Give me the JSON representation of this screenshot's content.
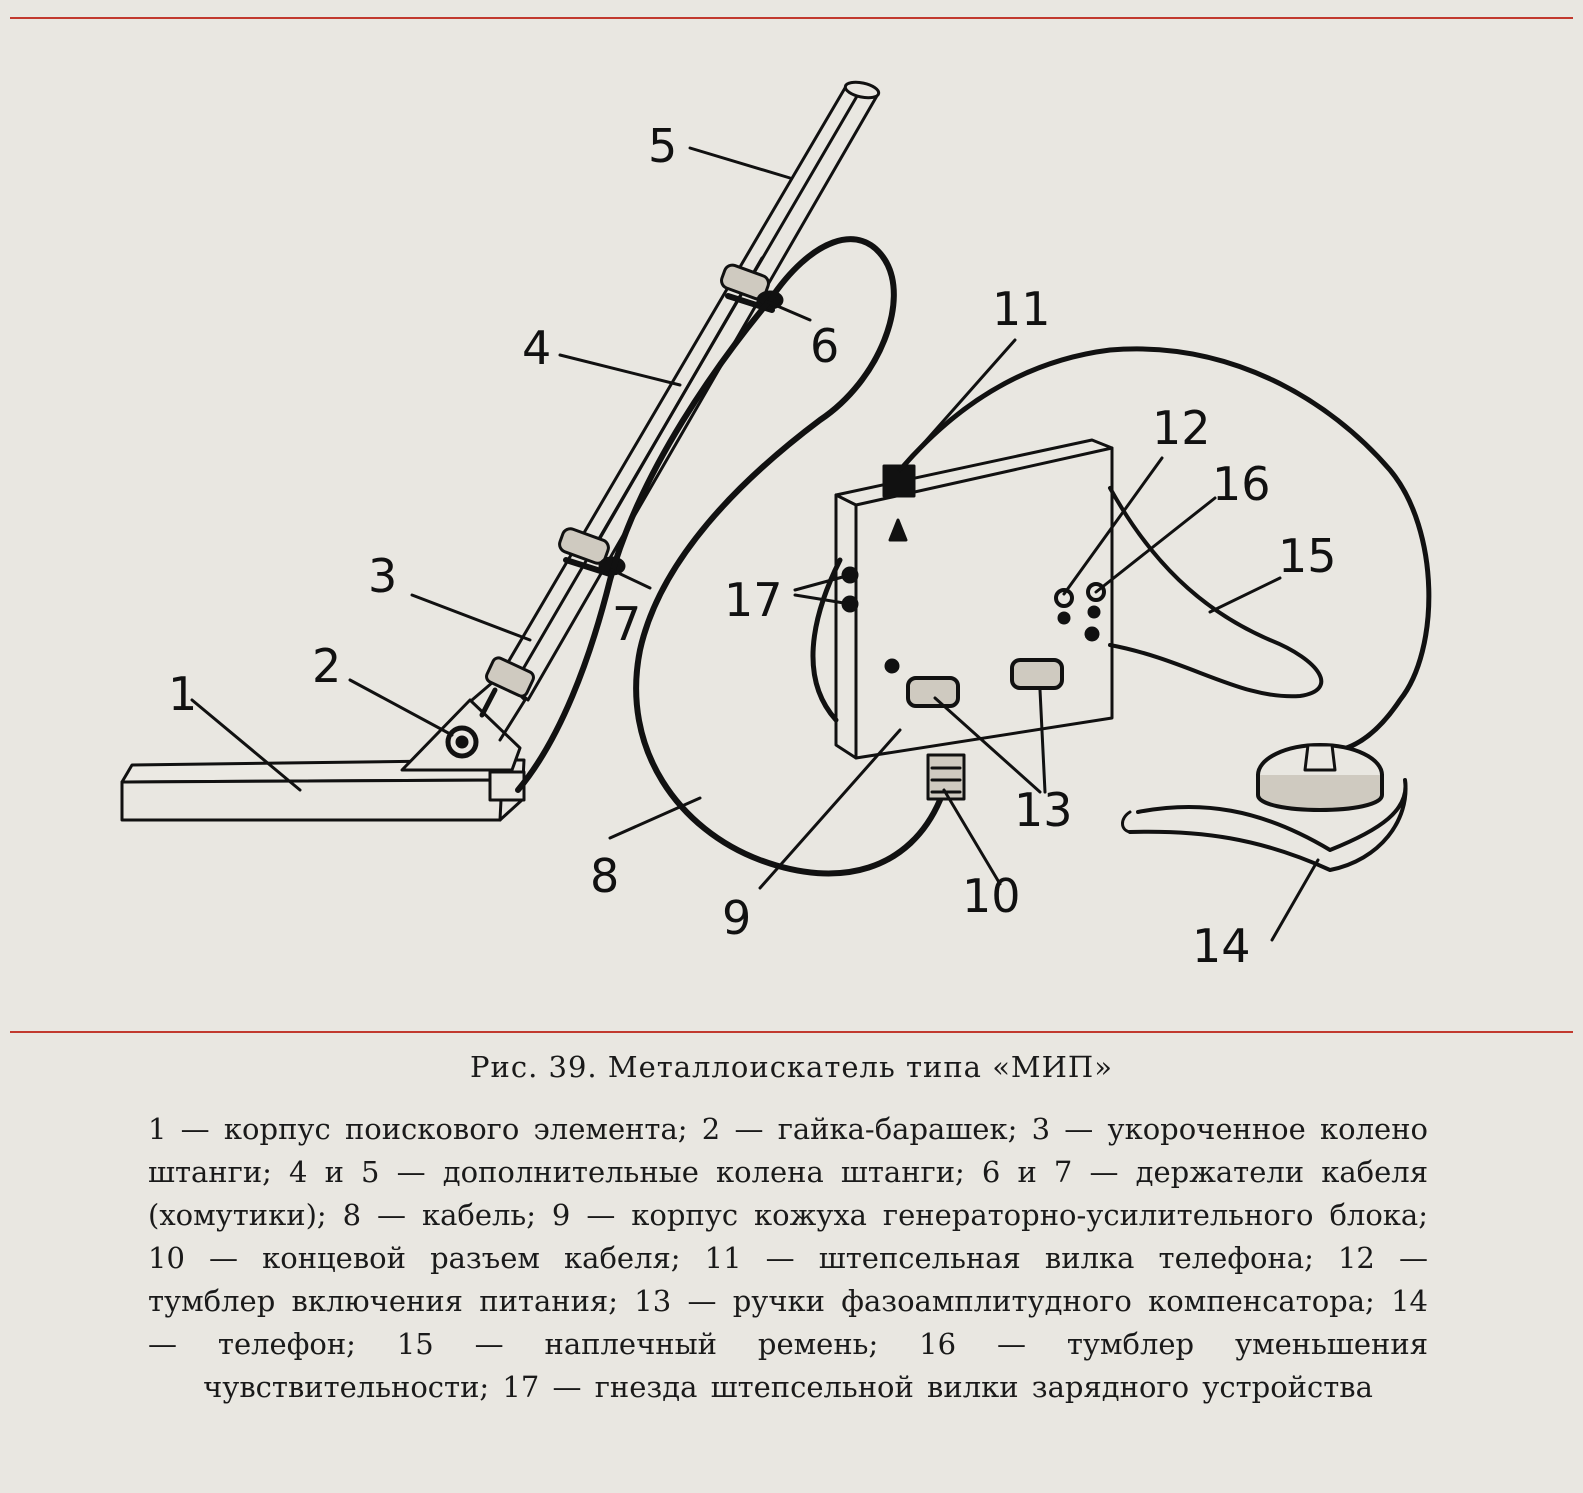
{
  "figure": {
    "caption": "Рис. 39. Металлоискатель типа «МИП»",
    "legend_text": "1 — корпус поискового элемента; 2 — гайка-барашек; 3 — укороченное колено штанги; 4 и 5 — дополнительные колена штанги; 6 и 7 — держатели кабеля (хомутики); 8 — кабель; 9 — корпус кожуха генераторно-усилительного блока; 10 — концевой разъем кабеля; 11 — штепсельная вилка телефона; 12 — тумблер включения питания; 13 — ручки фазоамплитудного компенсатора; 14 — телефон; 15 — наплечный ремень; 16 — тумблер уменьшения чувствительности; 17 — гнезда штепсельной вилки зарядного устройства",
    "callouts": {
      "n1": "1",
      "n2": "2",
      "n3": "3",
      "n4": "4",
      "n5": "5",
      "n6": "6",
      "n7": "7",
      "n8": "8",
      "n9": "9",
      "n10": "10",
      "n11": "11",
      "n12": "12",
      "n13": "13",
      "n14": "14",
      "n15": "15",
      "n16": "16",
      "n17": "17"
    }
  },
  "colors": {
    "rule": "#c23a2e",
    "ink": "#111111",
    "paper": "#e9e7e1"
  }
}
